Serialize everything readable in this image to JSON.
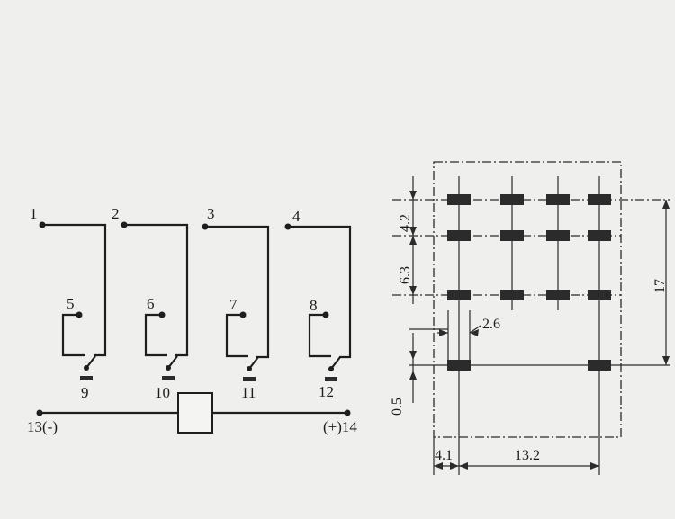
{
  "schematic": {
    "relays": [
      {
        "common": "1",
        "nc": "5",
        "no": "9"
      },
      {
        "common": "2",
        "nc": "6",
        "no": "10"
      },
      {
        "common": "3",
        "nc": "7",
        "no": "11"
      },
      {
        "common": "4",
        "nc": "8",
        "no": "12"
      }
    ],
    "coil": {
      "neg_label": "13(-)",
      "pos_label": "(+)14"
    }
  },
  "pcb_layout": {
    "rows": 4,
    "columns": 4,
    "dims": {
      "row_spacing_top": "4.2",
      "row_spacing_mid": "6.3",
      "pad_gap": "2.6",
      "offset_small": "0.5",
      "total_height": "17",
      "left_offset": "4.1",
      "coil_span": "13.2"
    }
  }
}
